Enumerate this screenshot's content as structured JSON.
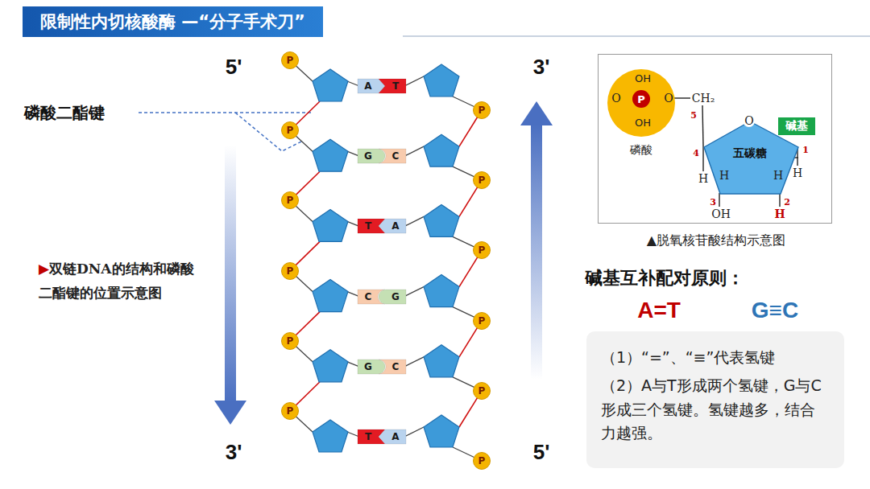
{
  "diagram": {
    "title": "限制性内切核酸酶 —“分子手术刀”",
    "nodes": [
      {
        "text": [
          "限制性内切核酸酶 —“分子手术刀”"
        ]
      },
      {
        "text": [
          "P"
        ]
      },
      {
        "text": [
          "A"
        ]
      },
      {
        "text": [
          "T"
        ]
      },
      {
        "text": [
          "P"
        ]
      },
      {
        "text": [
          "P"
        ]
      },
      {
        "text": [
          "G"
        ]
      },
      {
        "text": [
          "C"
        ]
      },
      {
        "text": [
          "P"
        ]
      },
      {
        "text": [
          "P"
        ]
      },
      {
        "text": [
          "T"
        ]
      },
      {
        "text": [
          "A"
        ]
      },
      {
        "text": [
          "P"
        ]
      },
      {
        "text": [
          "P"
        ]
      },
      {
        "text": [
          "C"
        ]
      },
      {
        "text": [
          "G"
        ]
      },
      {
        "text": [
          "P"
        ]
      },
      {
        "text": [
          "P"
        ]
      },
      {
        "text": [
          "G"
        ]
      },
      {
        "text": [
          "C"
        ]
      },
      {
        "text": [
          "P"
        ]
      },
      {
        "text": [
          "P"
        ]
      },
      {
        "text": [
          "T"
        ]
      },
      {
        "text": [
          "A"
        ]
      },
      {
        "text": [
          "P"
        ]
      },
      {
        "text": [
          "▲脱氧核苷酸结构示意图"
        ]
      },
      {
        "text": [
          "OH",
          "OH",
          "磷酸"
        ],
        "in": 25
      },
      {
        "text": [
          "P"
        ],
        "in": 26
      },
      {
        "text": [
          "五碳糖"
        ],
        "in": 25
      },
      {
        "text": [
          "碱基"
        ],
        "in": 25
      },
      {
        "text": [
          "（1）“=”、“≡”代表氢键",
          "（2）A与T形成两个氢键，G与C形成三个氢键。氢键越多，结合力越强。"
        ]
      }
    ],
    "edges": [
      {
        "from": 28,
        "to": 29,
        "arrow": "none"
      }
    ],
    "labels": [
      "5'",
      "3'",
      "磷酸二酯键",
      "▶双链DNA的结构和磷酸二酯键的位置示意图",
      "3'",
      "5'",
      "O",
      "O",
      "CH₂",
      "5",
      "O",
      "4",
      "1",
      "H",
      "H",
      "H",
      "H",
      "3",
      "2",
      "OH",
      "H",
      "碱基互补配对原则：",
      "A=T",
      "G≡C"
    ]
  }
}
